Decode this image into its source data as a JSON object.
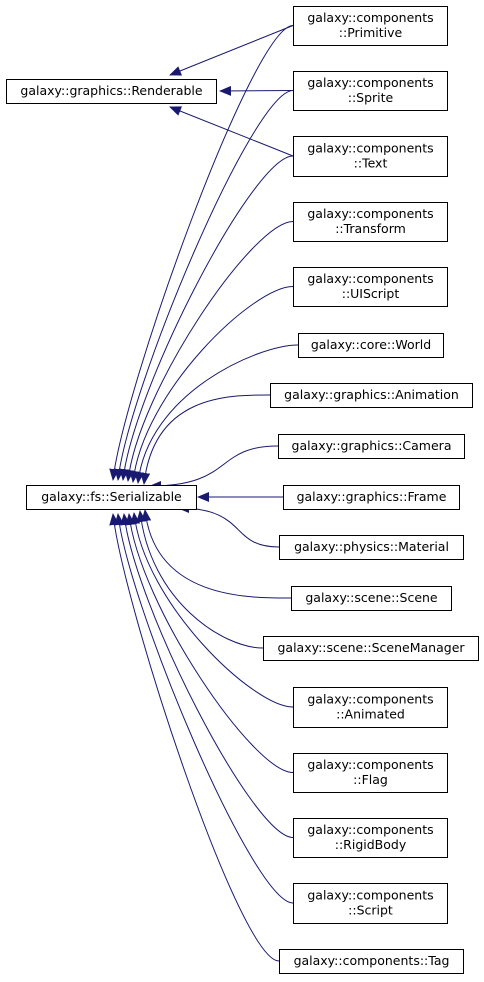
{
  "diagram": {
    "edge_color": "#191970",
    "nodes": [
      {
        "id": "renderable",
        "lines": [
          "galaxy::graphics::Renderable"
        ]
      },
      {
        "id": "serializable",
        "lines": [
          "galaxy::fs::Serializable"
        ]
      },
      {
        "id": "primitive",
        "lines": [
          "galaxy::components",
          "::Primitive"
        ]
      },
      {
        "id": "sprite",
        "lines": [
          "galaxy::components",
          "::Sprite"
        ]
      },
      {
        "id": "text",
        "lines": [
          "galaxy::components",
          "::Text"
        ]
      },
      {
        "id": "transform",
        "lines": [
          "galaxy::components",
          "::Transform"
        ]
      },
      {
        "id": "uiscript",
        "lines": [
          "galaxy::components",
          "::UIScript"
        ]
      },
      {
        "id": "world",
        "lines": [
          "galaxy::core::World"
        ]
      },
      {
        "id": "animation",
        "lines": [
          "galaxy::graphics::Animation"
        ]
      },
      {
        "id": "camera",
        "lines": [
          "galaxy::graphics::Camera"
        ]
      },
      {
        "id": "frame",
        "lines": [
          "galaxy::graphics::Frame"
        ]
      },
      {
        "id": "material",
        "lines": [
          "galaxy::physics::Material"
        ]
      },
      {
        "id": "scene",
        "lines": [
          "galaxy::scene::Scene"
        ]
      },
      {
        "id": "scenemanager",
        "lines": [
          "galaxy::scene::SceneManager"
        ]
      },
      {
        "id": "animated",
        "lines": [
          "galaxy::components",
          "::Animated"
        ]
      },
      {
        "id": "flag",
        "lines": [
          "galaxy::components",
          "::Flag"
        ]
      },
      {
        "id": "rigidbody",
        "lines": [
          "galaxy::components",
          "::RigidBody"
        ]
      },
      {
        "id": "script",
        "lines": [
          "galaxy::components",
          "::Script"
        ]
      },
      {
        "id": "tag",
        "lines": [
          "galaxy::components::Tag"
        ]
      }
    ],
    "edges": [
      {
        "from": "primitive",
        "to": "renderable"
      },
      {
        "from": "sprite",
        "to": "renderable"
      },
      {
        "from": "text",
        "to": "renderable"
      },
      {
        "from": "primitive",
        "to": "serializable"
      },
      {
        "from": "sprite",
        "to": "serializable"
      },
      {
        "from": "text",
        "to": "serializable"
      },
      {
        "from": "transform",
        "to": "serializable"
      },
      {
        "from": "uiscript",
        "to": "serializable"
      },
      {
        "from": "world",
        "to": "serializable"
      },
      {
        "from": "animation",
        "to": "serializable"
      },
      {
        "from": "camera",
        "to": "serializable"
      },
      {
        "from": "frame",
        "to": "serializable"
      },
      {
        "from": "material",
        "to": "serializable"
      },
      {
        "from": "scene",
        "to": "serializable"
      },
      {
        "from": "scenemanager",
        "to": "serializable"
      },
      {
        "from": "animated",
        "to": "serializable"
      },
      {
        "from": "flag",
        "to": "serializable"
      },
      {
        "from": "rigidbody",
        "to": "serializable"
      },
      {
        "from": "script",
        "to": "serializable"
      },
      {
        "from": "tag",
        "to": "serializable"
      }
    ]
  }
}
